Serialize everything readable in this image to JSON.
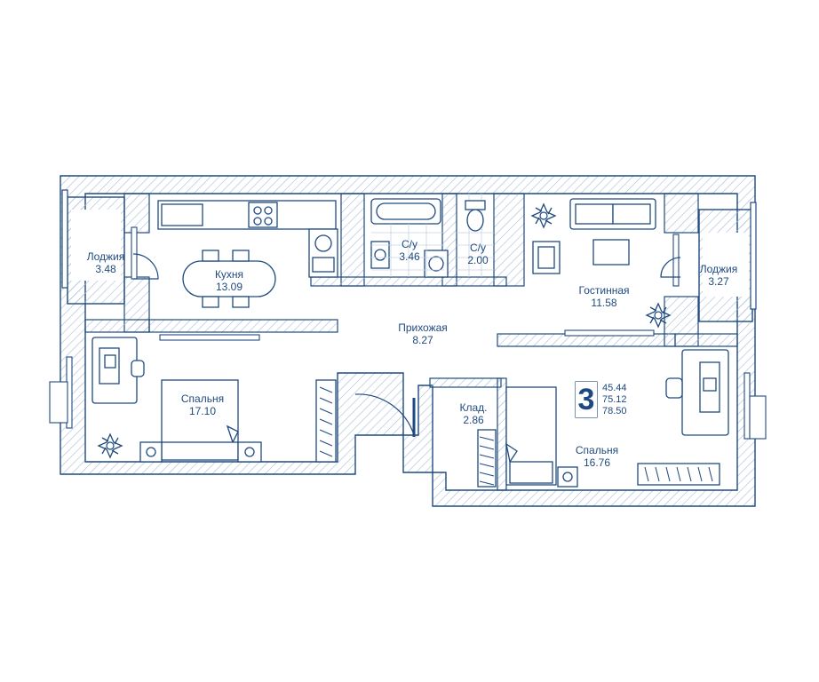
{
  "colors": {
    "wall": "#1f4a80",
    "hatch": "#9fb6d0",
    "line": "#1f4a80",
    "background": "#ffffff"
  },
  "rooms": {
    "loggia_left": {
      "name": "Лоджия",
      "area": "3.48"
    },
    "kitchen": {
      "name": "Кухня",
      "area": "13.09"
    },
    "bath1": {
      "name": "С/у",
      "area": "3.46"
    },
    "bath2": {
      "name": "С/у",
      "area": "2.00"
    },
    "living": {
      "name": "Гостинная",
      "area": "11.58"
    },
    "loggia_right": {
      "name": "Лоджия",
      "area": "3.27"
    },
    "hall": {
      "name": "Прихожая",
      "area": "8.27"
    },
    "bedroom_left": {
      "name": "Спальня",
      "area": "17.10"
    },
    "storage": {
      "name": "Клад.",
      "area": "2.86"
    },
    "bedroom_right": {
      "name": "Спальня",
      "area": "16.76"
    }
  },
  "summary": {
    "rooms_count": "3",
    "living_area": "45.44",
    "total_area": "75.12",
    "total_with_loggias": "78.50"
  },
  "icons": [
    "plant-icon",
    "stove-icon",
    "sink-icon",
    "bathtub-icon",
    "toilet-icon",
    "washer-icon",
    "bed-icon",
    "sofa-icon",
    "desk-icon",
    "wardrobe-icon",
    "door-icon",
    "window-icon"
  ]
}
